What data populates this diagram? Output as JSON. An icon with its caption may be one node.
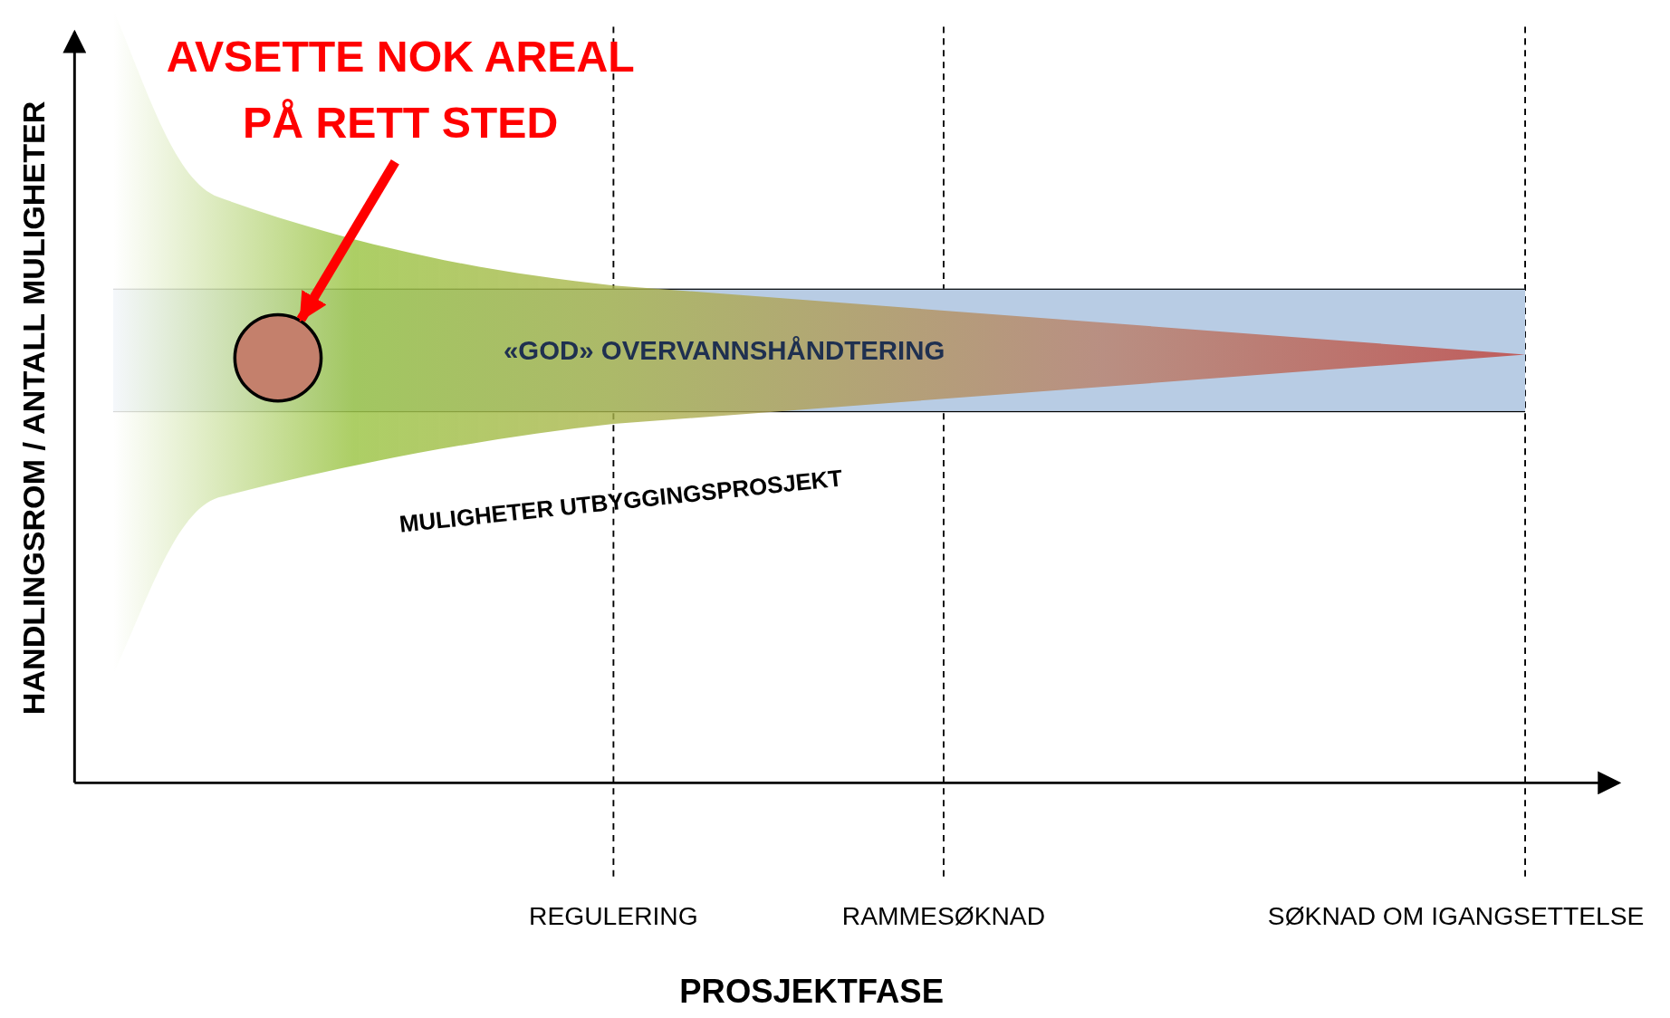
{
  "diagram": {
    "nodes": [
      {
        "text": [
          "AVSETTE NOK AREAL PÅ RETT STED"
        ]
      },
      {
        "text": [
          "«GOD» OVERVANNSHÅNDTERING"
        ]
      },
      {
        "text": [],
        "shape": "circle",
        "in": 1
      }
    ],
    "edges": [
      {
        "from": 0,
        "to": 2,
        "arrow": "to",
        "color": "#ff0000"
      }
    ],
    "labels": [
      "HANDLINGSROM / ANTALL MULIGHETER",
      "MULIGHETER UTBYGGINGSPROSJEKT",
      "REGULERING",
      "RAMMESØKNAD",
      "SØKNAD OM IGANGSETTELSE",
      "PROSJEKTFASE"
    ]
  }
}
